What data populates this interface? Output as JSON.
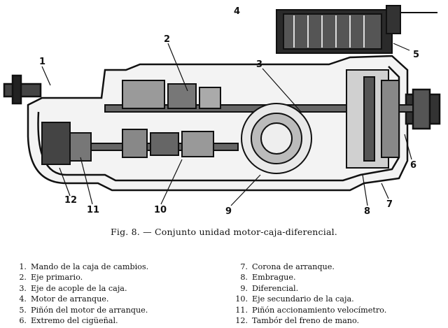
{
  "caption": "Fig. 8. — Conjunto unidad motor-caja-diferencial.",
  "callouts": [
    "1",
    "2",
    "3",
    "4",
    "5",
    "6",
    "7",
    "8",
    "9",
    "10",
    "11",
    "12"
  ],
  "legend": [
    {
      "num": "1.",
      "text": "Mando de la caja de cambios."
    },
    {
      "num": "2.",
      "text": "Eje primario."
    },
    {
      "num": "3.",
      "text": "Eje de acople de la caja."
    },
    {
      "num": "4.",
      "text": "Motor de arranque."
    },
    {
      "num": "5.",
      "text": "Piñón del motor de arranque."
    },
    {
      "num": "6.",
      "text": "Extremo del cigüeñal."
    },
    {
      "num": "7.",
      "text": "Corona de arranque."
    },
    {
      "num": "8.",
      "text": "Embrague."
    },
    {
      "num": "9.",
      "text": "Diferencial."
    },
    {
      "num": "10.",
      "text": "Eje secundario de la caja."
    },
    {
      "num": "11.",
      "text": "Piñón accionamiento velocímetro."
    },
    {
      "num": "12.",
      "text": "Tambór del freno de mano."
    }
  ]
}
